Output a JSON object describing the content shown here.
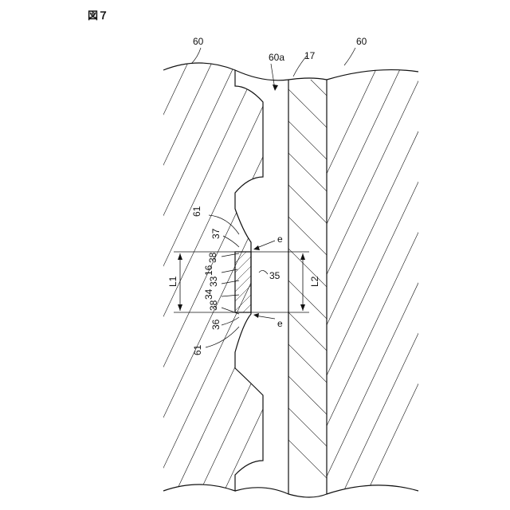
{
  "figure_title": "図７",
  "labels": {
    "ref_60_left": "60",
    "ref_60a": "60a",
    "ref_17": "17",
    "ref_60_right": "60",
    "ref_61_top": "61",
    "ref_37": "37",
    "ref_38_top": "38",
    "ref_16": "16",
    "ref_33": "33",
    "ref_34": "34",
    "ref_38_bottom": "38",
    "ref_36": "36",
    "ref_61_bottom": "61",
    "ref_35": "35",
    "ref_e_top": "e",
    "ref_e_bottom": "e",
    "dim_L1": "L1",
    "dim_L2": "L2"
  }
}
